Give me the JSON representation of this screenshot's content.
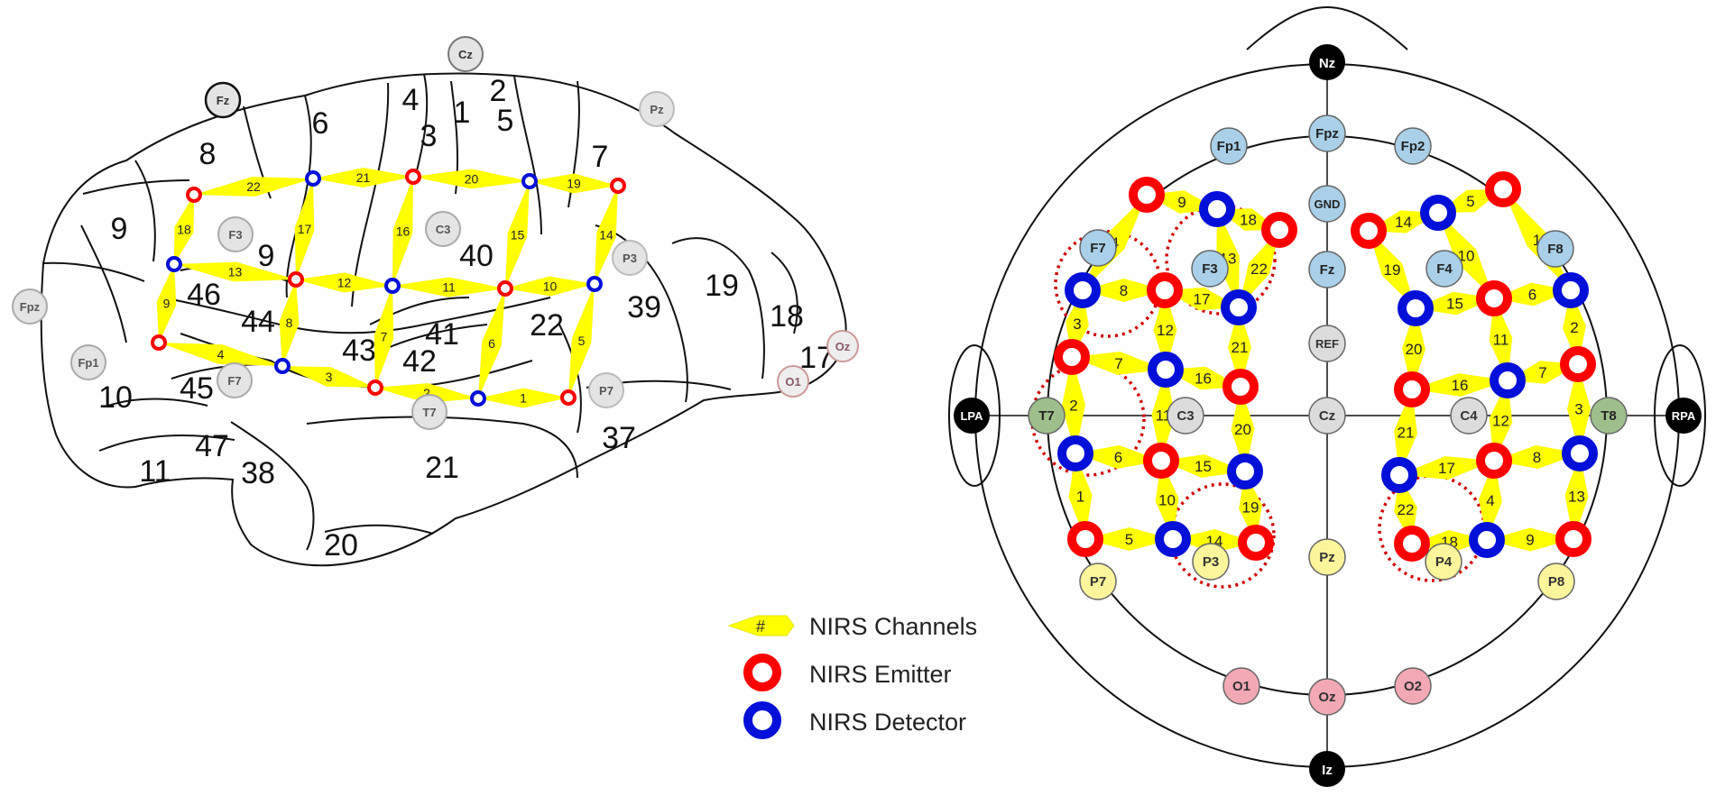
{
  "colors": {
    "emitter": "#ff0000",
    "detector": "#0010d8",
    "channel": "#ffff00",
    "electrode_frontal": "#a9d0e8",
    "electrode_central": "#dcdcdc",
    "electrode_temporal": "#9ebf8c",
    "electrode_parietal": "#fbf59c",
    "electrode_occipital": "#f3a9b5",
    "electrode_fiducial": "#000000",
    "roi_outline": "#d00000"
  },
  "left_brain": {
    "brodmann_areas": [
      "8",
      "6",
      "4",
      "1",
      "2",
      "5",
      "3",
      "7",
      "9",
      "9",
      "40",
      "19",
      "46",
      "44",
      "41",
      "22",
      "39",
      "18",
      "43",
      "42",
      "17",
      "10",
      "45",
      "47",
      "11",
      "38",
      "21",
      "37",
      "20"
    ],
    "electrodes": [
      "Cz",
      "Fz",
      "Pz",
      "F3",
      "C3",
      "P3",
      "Fpz",
      "Fp1",
      "F7",
      "T7",
      "P7",
      "O1",
      "Oz"
    ],
    "channel_numbers": [
      "22",
      "21",
      "20",
      "19",
      "18",
      "17",
      "16",
      "15",
      "14",
      "13",
      "12",
      "11",
      "10",
      "9",
      "8",
      "4",
      "7",
      "6",
      "5",
      "3",
      "2",
      "1"
    ]
  },
  "right_head": {
    "top_electrodes": [
      "Nz",
      "Fp1",
      "Fpz",
      "Fp2",
      "GND",
      "F7",
      "F3",
      "Fz",
      "F4",
      "F8",
      "REF",
      "LPA",
      "T7",
      "C3",
      "Cz",
      "C4",
      "T8",
      "RPA",
      "Pz",
      "P3",
      "P4",
      "P7",
      "P8",
      "O1",
      "Oz",
      "O2",
      "Iz"
    ],
    "left_channels": [
      "9",
      "18",
      "4",
      "13",
      "22",
      "8",
      "17",
      "3",
      "12",
      "21",
      "7",
      "16",
      "2",
      "11",
      "20",
      "6",
      "15",
      "1",
      "10",
      "19",
      "5",
      "14"
    ],
    "right_channels": [
      "5",
      "1",
      "14",
      "10",
      "19",
      "6",
      "15",
      "2",
      "20",
      "11",
      "16",
      "7",
      "3",
      "21",
      "12",
      "17",
      "8",
      "13",
      "4",
      "22",
      "18",
      "9"
    ]
  },
  "legend": {
    "channel_symbol": "#",
    "channel_label": "NIRS Channels",
    "emitter_label": "NIRS Emitter",
    "detector_label": "NIRS Detector"
  }
}
